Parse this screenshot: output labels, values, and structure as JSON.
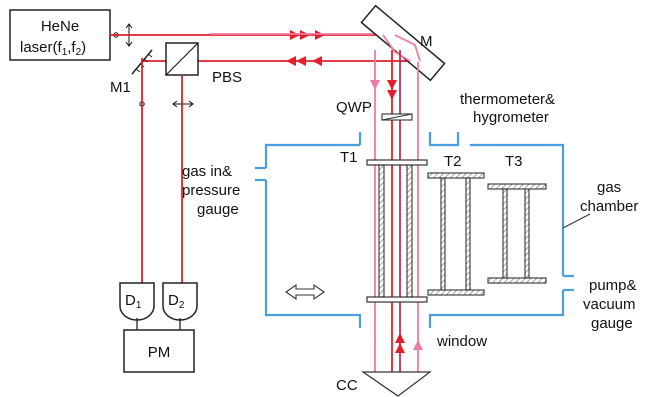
{
  "labels": {
    "laser_line1": "HeNe",
    "laser_line2": "laser(f",
    "laser_sub1": "1",
    "laser_comma": ",f",
    "laser_sub2": "2",
    "laser_close": ")",
    "mirror": "M",
    "mirror1": "M1",
    "pbs": "PBS",
    "qwp": "QWP",
    "thermo1": "thermometer&",
    "thermo2": "hygrometer",
    "gasin1": "gas in&",
    "gasin2": "pressure",
    "gasin3": "gauge",
    "t1": "T1",
    "t2": "T2",
    "t3": "T3",
    "chamber1": "gas",
    "chamber2": "chamber",
    "pump1": "pump&",
    "pump2": "vacuum",
    "pump3": "gauge",
    "window": "window",
    "d1": "D",
    "d1_sub": "1",
    "d2": "D",
    "d2_sub": "2",
    "pm": "PM",
    "cc": "CC"
  },
  "colors": {
    "beam": "#e0202a",
    "beam_pink": "#f07aa0",
    "chamber": "#4a9de0"
  }
}
